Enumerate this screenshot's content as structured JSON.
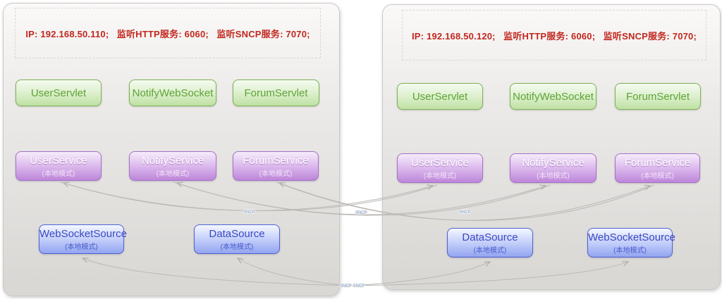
{
  "panels": [
    {
      "header": "IP: 192.168.50.110;   监听HTTP服务: 6060;   监听SNCP服务: 7070;",
      "servlets": [
        "UserServlet",
        "NotifyWebSocket",
        "ForumServlet"
      ],
      "services": [
        {
          "name": "UserService",
          "mode": "(本地模式)"
        },
        {
          "name": "NotifyService",
          "mode": "(本地模式)"
        },
        {
          "name": "ForumService",
          "mode": "(本地模式)"
        }
      ],
      "sources": [
        {
          "name": "WebSocketSource",
          "mode": "(本地模式)"
        },
        {
          "name": "DataSource",
          "mode": "(本地模式)"
        }
      ]
    },
    {
      "header": "IP: 192.168.50.120;   监听HTTP服务: 6060;   监听SNCP服务: 7070;",
      "servlets": [
        "UserServlet",
        "NotifyWebSocket",
        "ForumServlet"
      ],
      "services": [
        {
          "name": "UserService",
          "mode": "(本地模式)"
        },
        {
          "name": "NotifyService",
          "mode": "(本地模式)"
        },
        {
          "name": "ForumService",
          "mode": "(本地模式)"
        }
      ],
      "sources": [
        {
          "name": "DataSource",
          "mode": "(本地模式)"
        },
        {
          "name": "WebSocketSource",
          "mode": "(本地模式)"
        }
      ]
    }
  ],
  "connections": {
    "service_link_labels": [
      "SNCP",
      "SNCP",
      "SNCP"
    ],
    "source_link_label": "SNCP-SNCP"
  },
  "colors": {
    "header_red": "#c1271e",
    "servlet_green_border": "#7db356",
    "servlet_green_text": "#5fa338",
    "service_purple_border": "#a771c9",
    "source_blue_border": "#4f61d6",
    "source_blue_text": "#3a49c3",
    "link_gray": "#b9b7b4",
    "link_label_blue": "#7b9cc9"
  }
}
